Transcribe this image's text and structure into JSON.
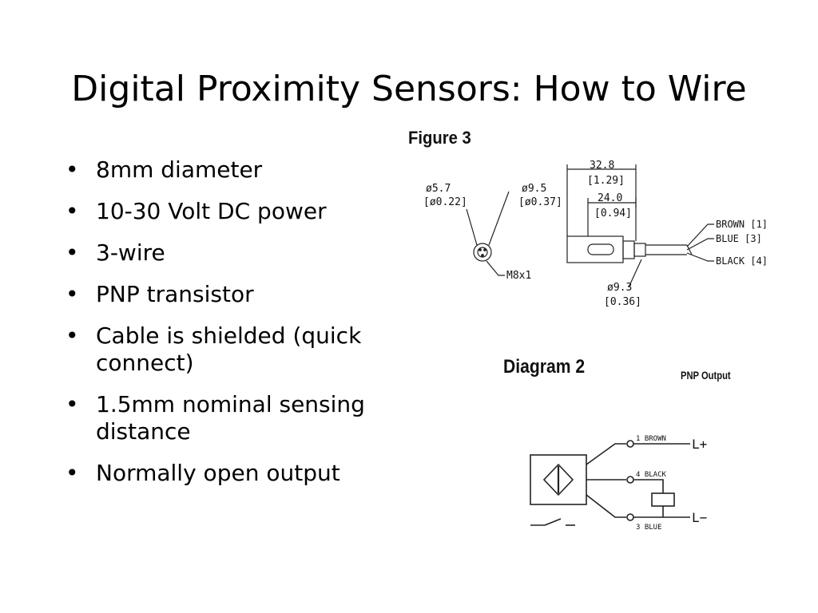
{
  "slide": {
    "title": "Digital Proximity Sensors: How to Wire",
    "bullets": [
      "8mm diameter",
      "10-30 Volt DC power",
      "3-wire",
      "PNP transistor",
      "Cable is shielded (quick connect)",
      "1.5mm nominal sensing distance",
      "Normally open output"
    ]
  },
  "figure3": {
    "label": "Figure 3",
    "dim_diameter_small": "ø5.7",
    "dim_diameter_small_in": "[ø0.22]",
    "dim_diameter_body": "ø9.5",
    "dim_diameter_body_in": "[ø0.37]",
    "dim_length_total": "32.8",
    "dim_length_total_in": "[1.29]",
    "dim_length_body": "24.0",
    "dim_length_body_in": "[0.94]",
    "thread": "M8x1",
    "dim_cable": "ø9.3",
    "dim_cable_in": "[0.36]",
    "wire_brown": "BROWN [1]",
    "wire_blue": "BLUE [3]",
    "wire_black": "BLACK [4]"
  },
  "diagram2": {
    "label": "Diagram 2",
    "output_type": "PNP Output",
    "pin_brown": "1 BROWN",
    "pin_black": "4 BLACK",
    "pin_blue": "3 BLUE",
    "supply_pos": "L+",
    "supply_neg": "L−"
  }
}
